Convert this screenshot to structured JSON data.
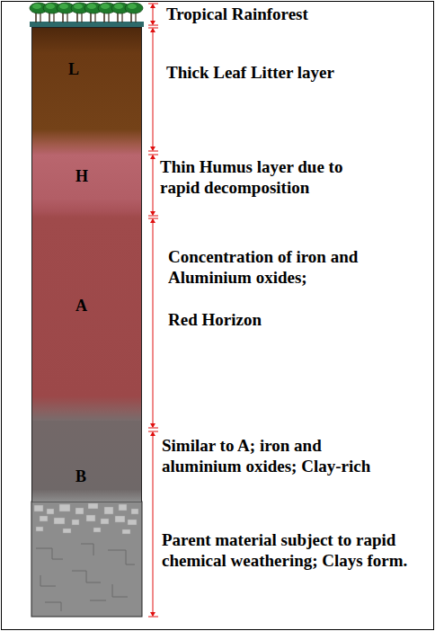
{
  "diagram": {
    "nodes": [
      {
        "text": [
          "L"
        ]
      },
      {
        "text": [
          "H"
        ]
      },
      {
        "text": [
          "A"
        ]
      },
      {
        "text": [
          "B"
        ]
      }
    ],
    "labels": [
      "Tropical Rainforest",
      "Thick Leaf Litter layer",
      "Thin Humus layer due to rapid decomposition",
      "Concentration of iron and Aluminium oxides;",
      "Red Horizon",
      "Similar to A; iron and aluminium oxides; Clay-rich",
      "Parent material subject to rapid chemical weathering; Clays form."
    ]
  }
}
